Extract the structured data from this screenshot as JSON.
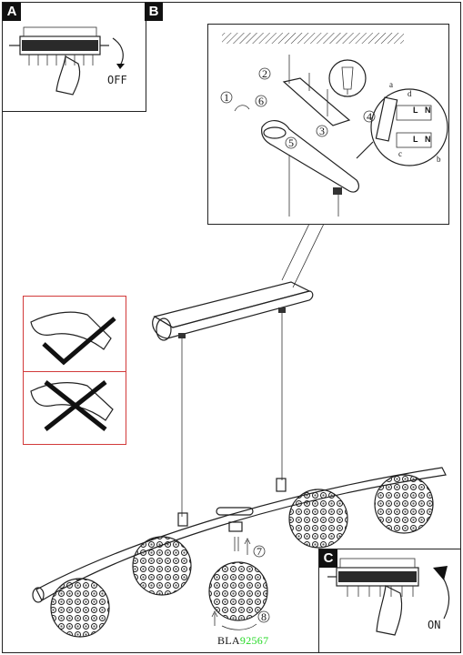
{
  "panels": {
    "a_label": "A",
    "b_label": "B",
    "c_label": "C"
  },
  "notes": {
    "off": "OFF",
    "on": "ON"
  },
  "steps": [
    "1",
    "2",
    "3",
    "4",
    "5",
    "6",
    "7",
    "8"
  ],
  "terminals": {
    "top_l": "L",
    "top_n": "N",
    "bottom_l": "L",
    "bottom_n": "N",
    "a": "a",
    "b": "b",
    "c": "c",
    "d": "d"
  },
  "model_code": {
    "prefix": "BLA",
    "number": "92567"
  },
  "colors": {
    "line": "#222222",
    "highlight_frame": "#d23a3a",
    "code_number": "#24d924"
  }
}
